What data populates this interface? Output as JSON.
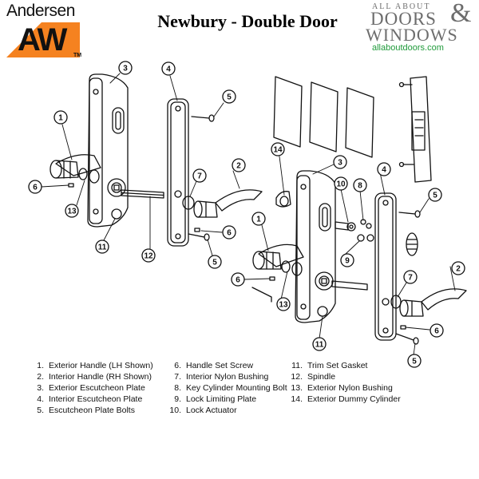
{
  "header": {
    "title": "Newbury - Double Door",
    "andersen_logo": {
      "wordmark": "Andersen",
      "mark": "AW",
      "tm": "TM",
      "color": "#f58220"
    },
    "brand_logo": {
      "line1": "ALL ABOUT",
      "line2": "DOORS",
      "ampersand": "&",
      "line3": "WINDOWS",
      "url": "allaboutdoors.com",
      "text_color": "#6d6d6d",
      "url_color": "#1f9a3a"
    }
  },
  "callouts": [
    "3",
    "4",
    "5",
    "1",
    "7",
    "2",
    "6",
    "13",
    "11",
    "12",
    "6",
    "5",
    "14",
    "3",
    "10",
    "8",
    "4",
    "5",
    "1",
    "9",
    "6",
    "13",
    "7",
    "2",
    "6",
    "11",
    "5"
  ],
  "parts": [
    {
      "number": "1.",
      "name": "Exterior Handle (LH Shown)"
    },
    {
      "number": "2.",
      "name": "Interior Handle (RH Shown)"
    },
    {
      "number": "3.",
      "name": "Exterior Escutcheon Plate"
    },
    {
      "number": "4.",
      "name": "Interior Escutcheon Plate"
    },
    {
      "number": "5.",
      "name": "Escutcheon Plate Bolts"
    },
    {
      "number": "6.",
      "name": "Handle Set Screw"
    },
    {
      "number": "7.",
      "name": "Interior Nylon Bushing"
    },
    {
      "number": "8.",
      "name": "Key Cylinder Mounting Bolt"
    },
    {
      "number": "9.",
      "name": "Lock Limiting Plate"
    },
    {
      "number": "10.",
      "name": "Lock Actuator"
    },
    {
      "number": "11.",
      "name": "Trim Set Gasket"
    },
    {
      "number": "12.",
      "name": "Spindle"
    },
    {
      "number": "13.",
      "name": "Exterior Nylon Bushing"
    },
    {
      "number": "14.",
      "name": "Exterior Dummy Cylinder"
    }
  ]
}
